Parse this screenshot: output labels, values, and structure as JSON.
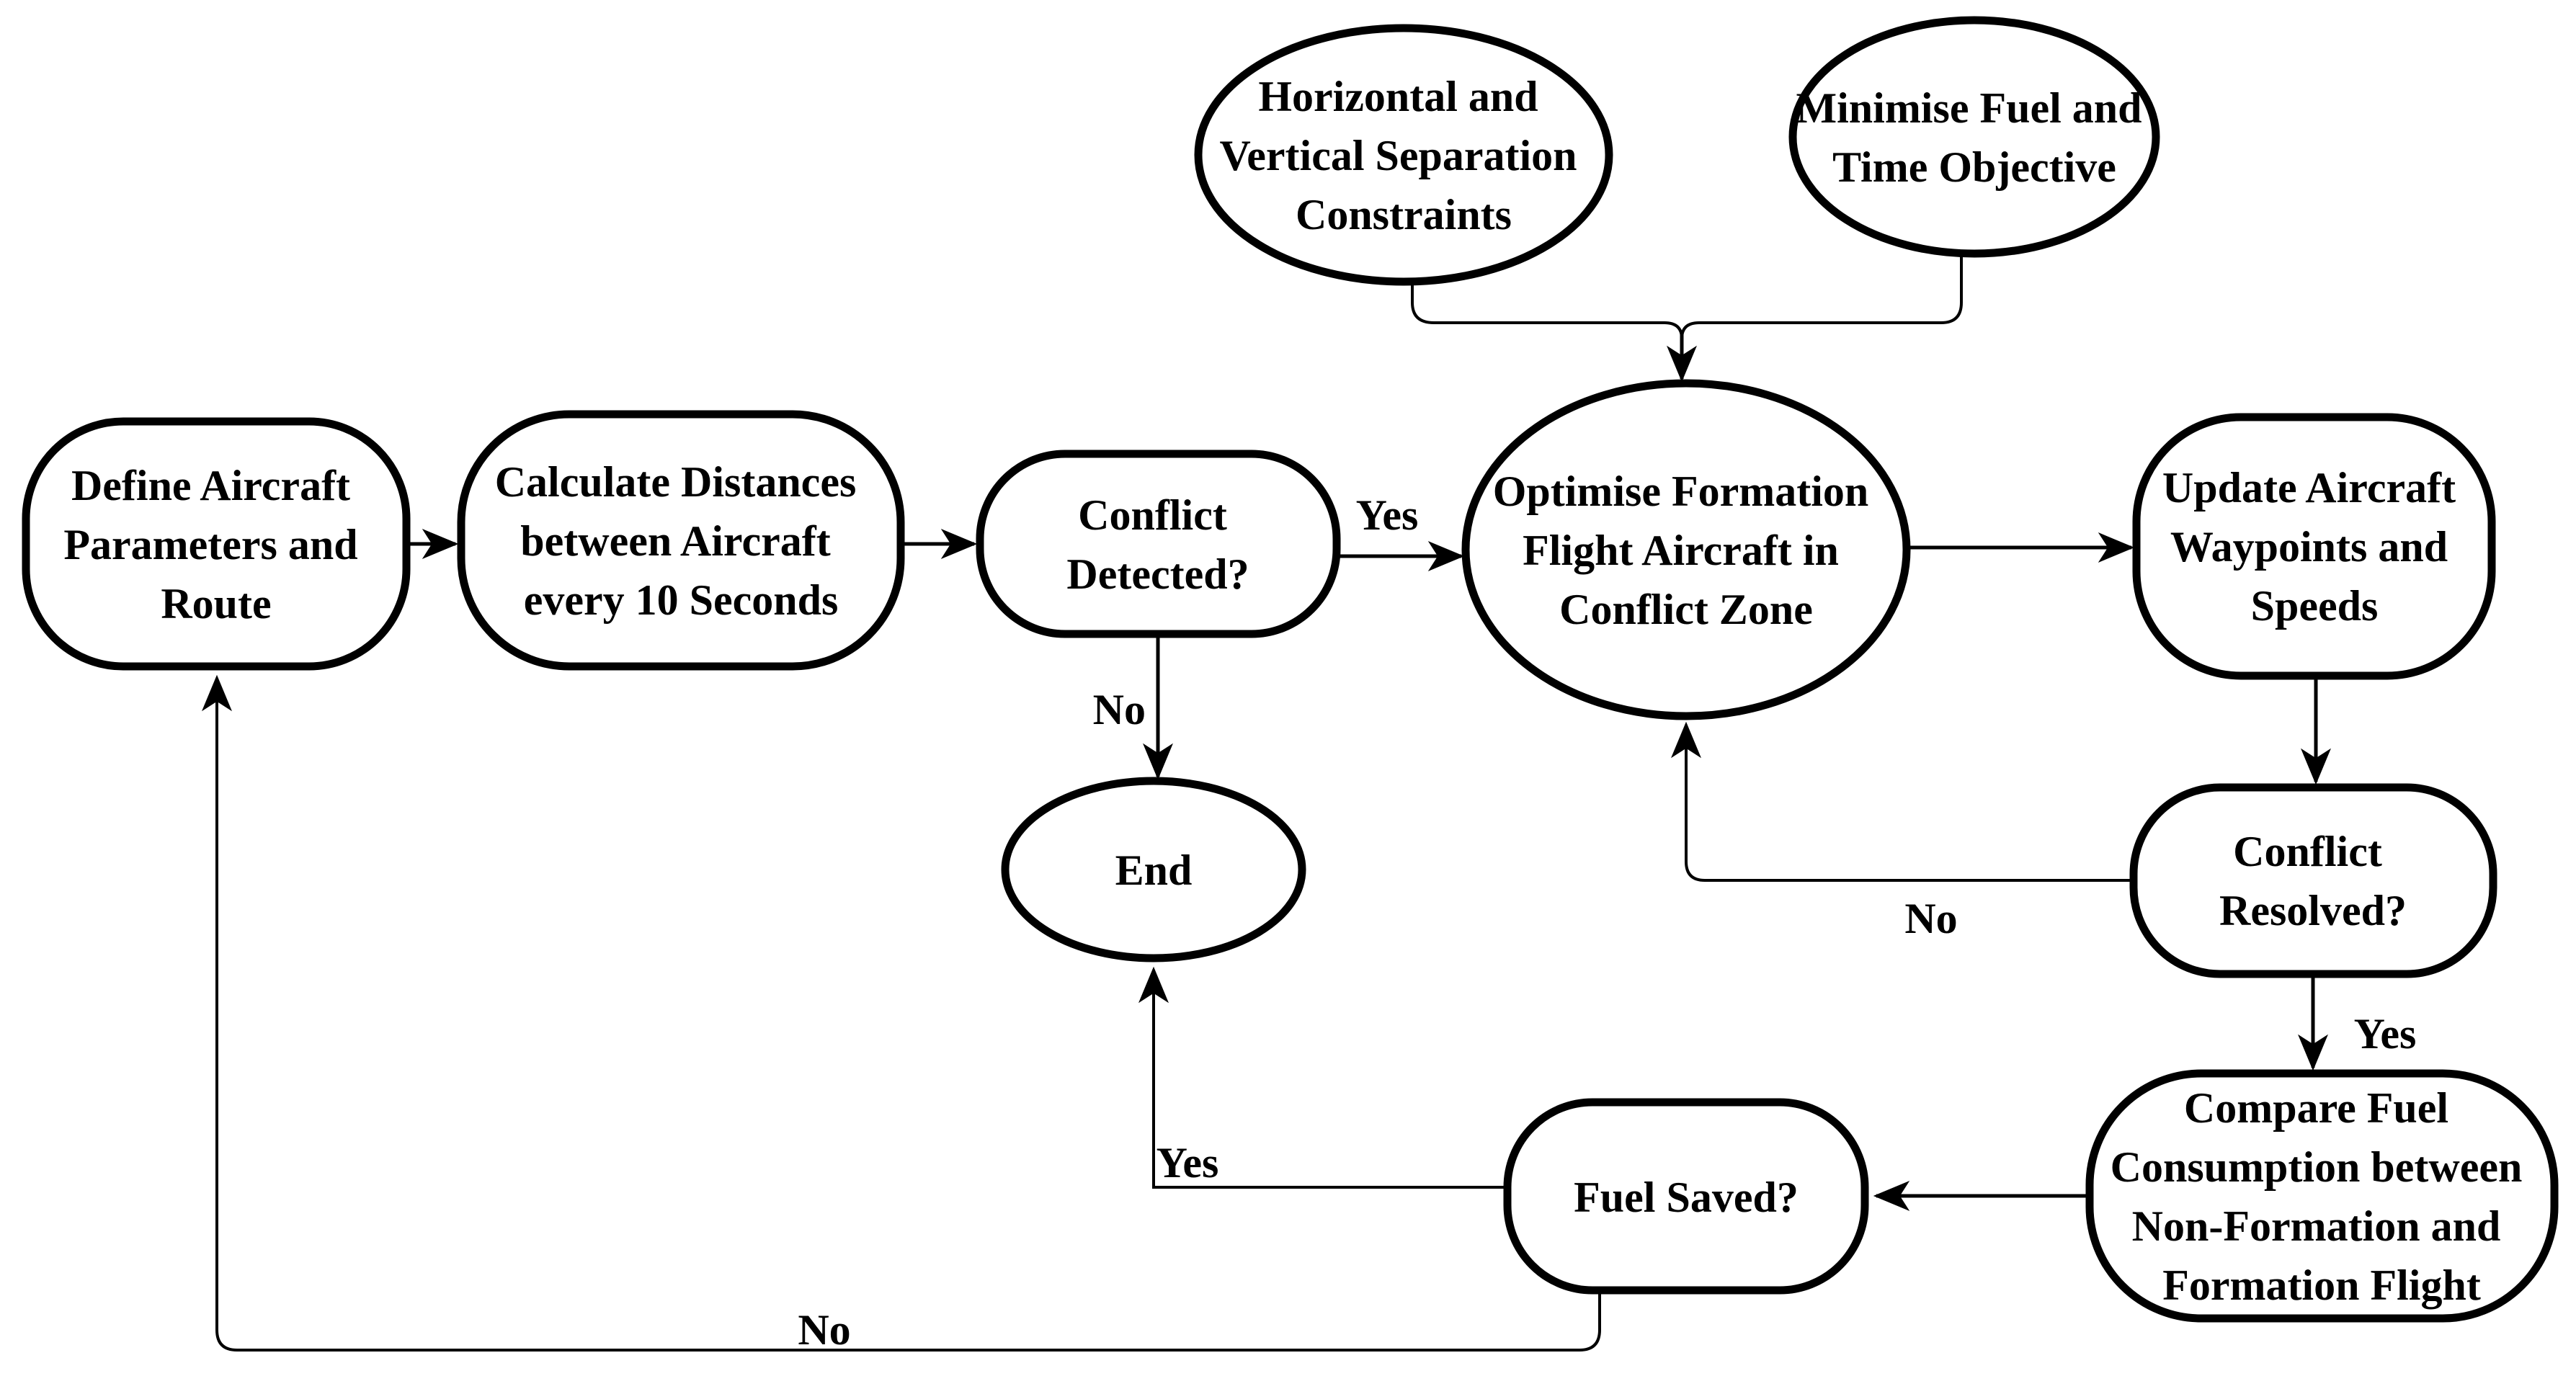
{
  "flowchart": {
    "background_color": "#ffffff",
    "line_color": "#000000",
    "text_color": "#000000",
    "nodes": {
      "horizontal_constraints": {
        "shape": "ellipse",
        "label": "Horizontal and Vertical Separation Constraints",
        "lines": [
          "Horizontal and",
          "Vertical Separation",
          "Constraints"
        ]
      },
      "minimise_objective": {
        "shape": "ellipse",
        "label": "Minimise Fuel and Time Objective",
        "lines": [
          "Minimise Fuel and",
          "Time Objective"
        ]
      },
      "define": {
        "shape": "rounded-rectangle",
        "label": "Define Aircraft Parameters and Route",
        "lines": [
          "Define Aircraft",
          "Parameters and",
          "Route"
        ]
      },
      "calculate": {
        "shape": "rounded-rectangle",
        "label": "Calculate Distances between Aircraft every 10 Seconds",
        "lines": [
          "Calculate Distances",
          "between Aircraft",
          "every 10 Seconds"
        ]
      },
      "conflict_detected": {
        "shape": "rounded-rectangle",
        "label": "Conflict Detected?",
        "lines": [
          "Conflict",
          "Detected?"
        ]
      },
      "optimise": {
        "shape": "ellipse",
        "label": "Optimise Formation Flight Aircraft in Conflict Zone",
        "lines": [
          "Optimise Formation",
          "Flight Aircraft in",
          "Conflict Zone"
        ]
      },
      "update": {
        "shape": "rounded-rectangle",
        "label": "Update Aircraft Waypoints and Speeds",
        "lines": [
          "Update Aircraft",
          "Waypoints and",
          "Speeds"
        ]
      },
      "conflict_resolved": {
        "shape": "rounded-rectangle",
        "label": "Conflict Resolved?",
        "lines": [
          "Conflict",
          "Resolved?"
        ]
      },
      "compare": {
        "shape": "rounded-rectangle",
        "label": "Compare Fuel Consumption between Non-Formation and Formation Flight",
        "lines": [
          "Compare Fuel",
          "Consumption between",
          "Non-Formation and",
          "Formation Flight"
        ]
      },
      "fuel_saved": {
        "shape": "rounded-rectangle",
        "label": "Fuel Saved?",
        "lines": [
          "Fuel Saved?"
        ]
      },
      "end": {
        "shape": "ellipse",
        "label": "End",
        "lines": [
          "End"
        ]
      }
    },
    "edges": [
      {
        "from": "define",
        "to": "calculate",
        "label": ""
      },
      {
        "from": "calculate",
        "to": "conflict_detected",
        "label": ""
      },
      {
        "from": "conflict_detected",
        "to": "optimise",
        "label": "Yes"
      },
      {
        "from": "conflict_detected",
        "to": "end",
        "label": "No"
      },
      {
        "from": "horizontal_constraints",
        "to": "optimise",
        "label": ""
      },
      {
        "from": "minimise_objective",
        "to": "optimise",
        "label": ""
      },
      {
        "from": "optimise",
        "to": "update",
        "label": ""
      },
      {
        "from": "update",
        "to": "conflict_resolved",
        "label": ""
      },
      {
        "from": "conflict_resolved",
        "to": "optimise",
        "label": "No"
      },
      {
        "from": "conflict_resolved",
        "to": "compare",
        "label": "Yes"
      },
      {
        "from": "compare",
        "to": "fuel_saved",
        "label": ""
      },
      {
        "from": "fuel_saved",
        "to": "end",
        "label": "Yes"
      },
      {
        "from": "fuel_saved",
        "to": "define",
        "label": "No"
      }
    ]
  }
}
